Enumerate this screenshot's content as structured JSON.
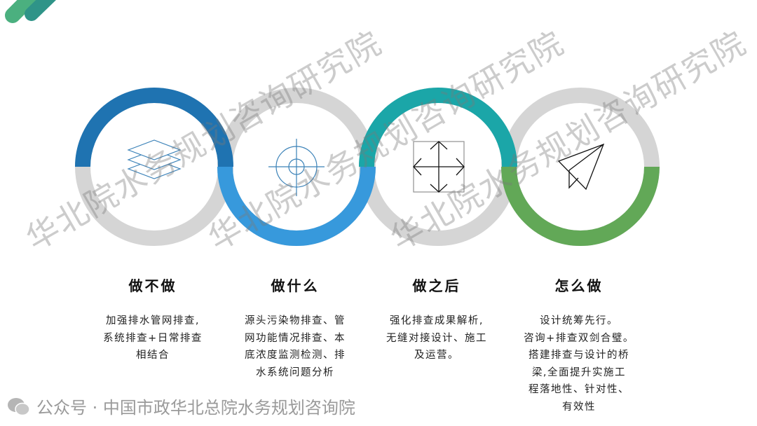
{
  "colors": {
    "ring_gray": "#d5d5d5",
    "step1": "#1f73b1",
    "step2": "#3799dc",
    "step3": "#1ba6a8",
    "step4": "#62a857",
    "corner_light": "#4bb07f",
    "corner_dark": "#2f9488",
    "icon_blue": "#3b82b8"
  },
  "steps": [
    {
      "title": "做不做",
      "icon": "layers-icon",
      "lines": [
        "加强排水管网排查,",
        "系统排查+日常排查",
        "相结合"
      ]
    },
    {
      "title": "做什么",
      "icon": "target-crosshair-icon",
      "lines": [
        "源头污染物排查、管",
        "网功能情况排查、本",
        "底浓度监测检测、排",
        "水系统问题分析"
      ]
    },
    {
      "title": "做之后",
      "icon": "move-arrows-icon",
      "lines": [
        "强化排查成果解析,",
        "无缝对接设计、施工",
        "及运营。"
      ]
    },
    {
      "title": "怎么做",
      "icon": "paper-plane-icon",
      "lines": [
        "设计统筹先行。",
        "咨询+排查双剑合璧。",
        "搭建排查与设计的桥",
        "梁,全面提升实施工",
        "程落地性、针对性、",
        "有效性"
      ]
    }
  ],
  "watermark": "华北院水务规划咨询研究院",
  "footer": {
    "icon": "wechat-icon",
    "text": "公众号 · 中国市政华北总院水务规划咨询院"
  }
}
